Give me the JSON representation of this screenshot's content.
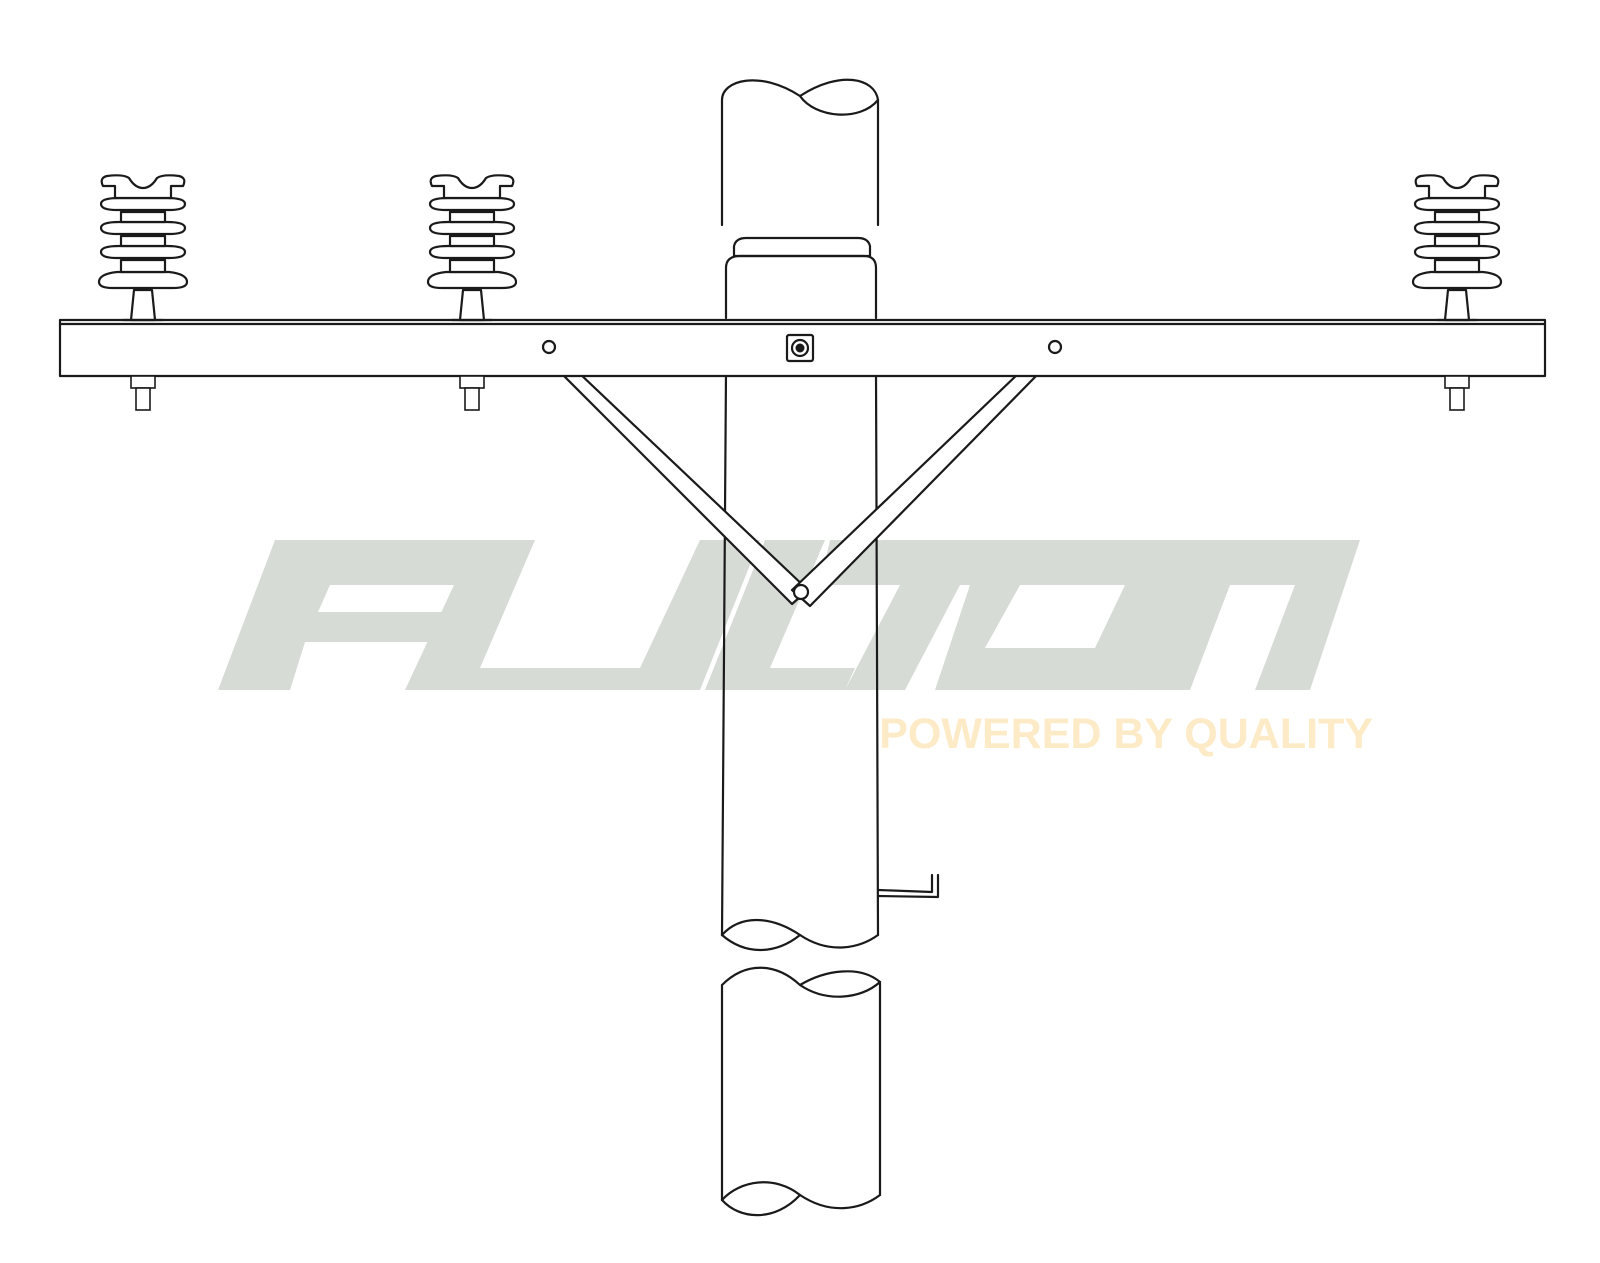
{
  "watermark": {
    "brand": "FULTON",
    "tagline": "POWERED BY QUALITY",
    "brand_color": "#d6dbd6",
    "tagline_color": "#fdebc7"
  },
  "drawing": {
    "insulators": [
      "pin-insulator",
      "pin-insulator",
      "pin-insulator"
    ],
    "line_color": "#1a1a1a",
    "background": "#ffffff"
  }
}
